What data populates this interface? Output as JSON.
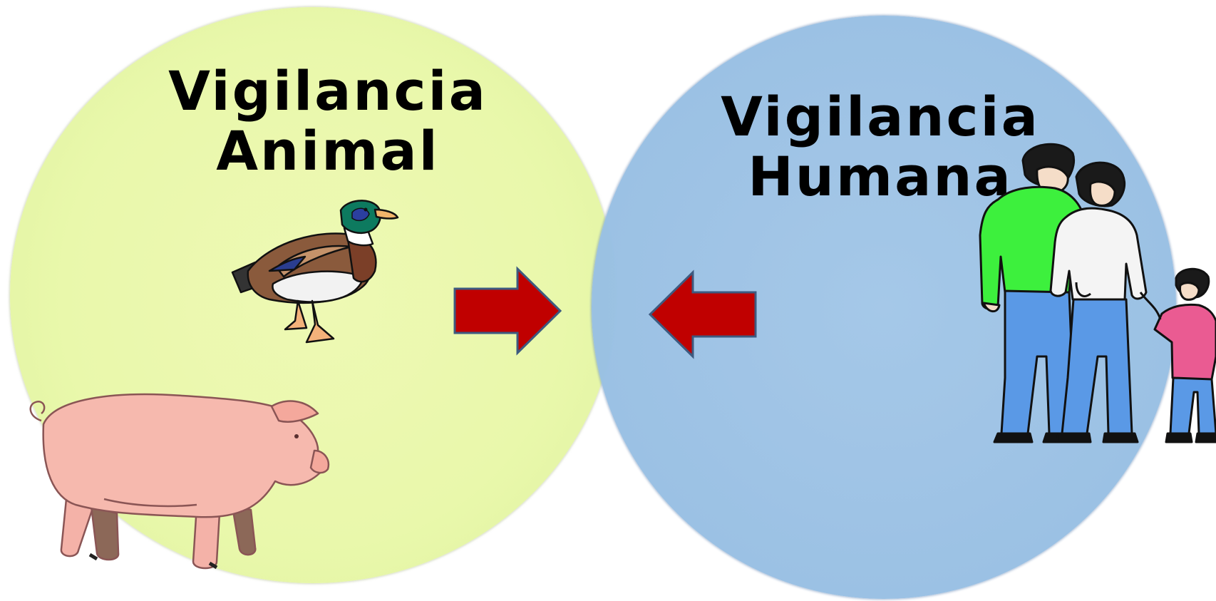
{
  "diagram": {
    "left_circle": {
      "title_line1": "Vigilancia",
      "title_line2": "Animal",
      "fill": "#e9f8ab"
    },
    "right_circle": {
      "title_line1": "Vigilancia",
      "title_line2": "Humana",
      "fill": "#98c0e4"
    },
    "arrows": {
      "fill": "#c00000",
      "stroke": "#3d5a80"
    },
    "illustrations": [
      "duck-icon",
      "pig-icon",
      "family-icon"
    ]
  }
}
